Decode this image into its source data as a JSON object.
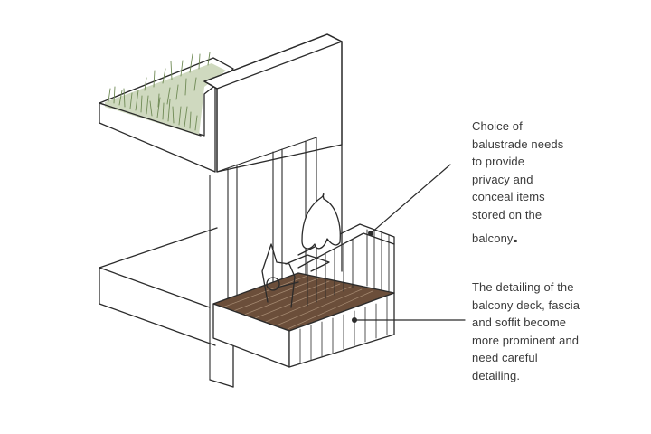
{
  "annotations": [
    {
      "id": "balustrade-note",
      "lines": [
        "Choice of",
        "balustrade needs",
        "to provide",
        "privacy and",
        "conceal items",
        "stored on the",
        "balcony"
      ],
      "trailing": "."
    },
    {
      "id": "deck-note",
      "lines": [
        "The detailing of the",
        "balcony deck, fascia",
        "and soffit become",
        "more prominent and",
        "need careful",
        "detailing."
      ],
      "trailing": ""
    }
  ],
  "colors": {
    "ink": "#2b2b2b",
    "text": "#3a3a3a",
    "roof_planting": "#6f8a55",
    "deck": "#6b4e3a"
  }
}
